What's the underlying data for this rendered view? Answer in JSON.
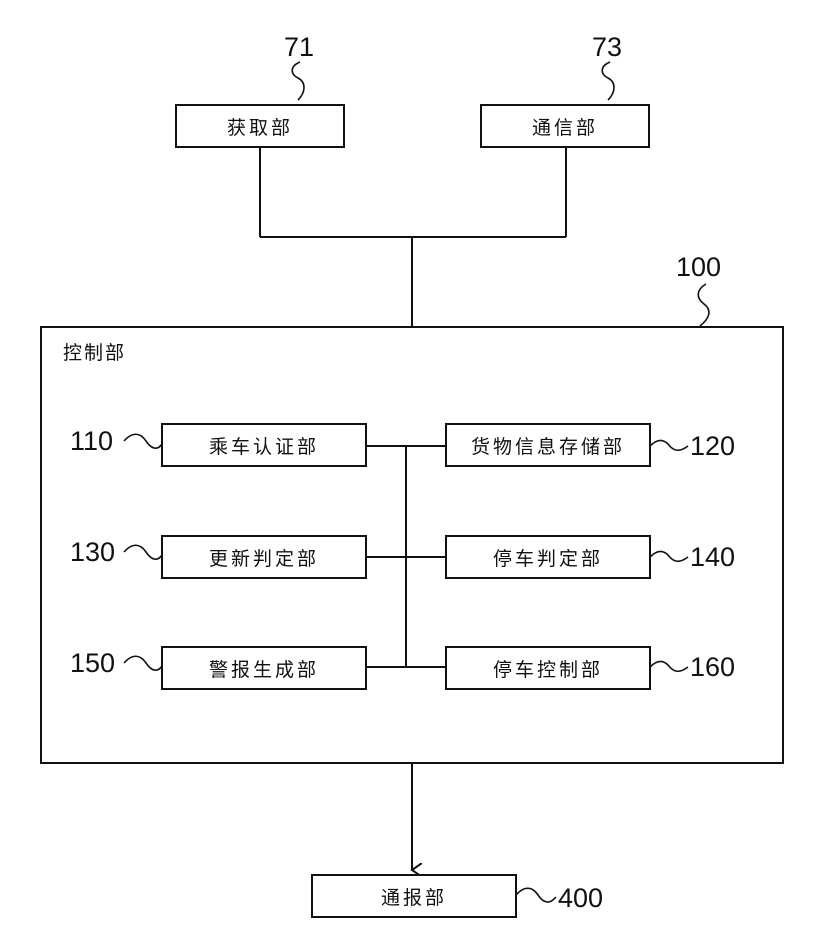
{
  "top_units": [
    {
      "id": "acquisition",
      "text": "获取部",
      "ref": "71"
    },
    {
      "id": "communication",
      "text": "通信部",
      "ref": "73"
    }
  ],
  "control_unit": {
    "text": "控制部",
    "ref": "100",
    "sub_units_left": [
      {
        "id": "boarding-auth",
        "text": "乘车认证部",
        "ref": "110"
      },
      {
        "id": "update-judge",
        "text": "更新判定部",
        "ref": "130"
      },
      {
        "id": "alarm-gen",
        "text": "警报生成部",
        "ref": "150"
      }
    ],
    "sub_units_right": [
      {
        "id": "cargo-storage",
        "text": "货物信息存储部",
        "ref": "120"
      },
      {
        "id": "stop-judge",
        "text": "停车判定部",
        "ref": "140"
      },
      {
        "id": "stop-control",
        "text": "停车控制部",
        "ref": "160"
      }
    ]
  },
  "bottom_unit": {
    "id": "notification",
    "text": "通报部",
    "ref": "400"
  }
}
